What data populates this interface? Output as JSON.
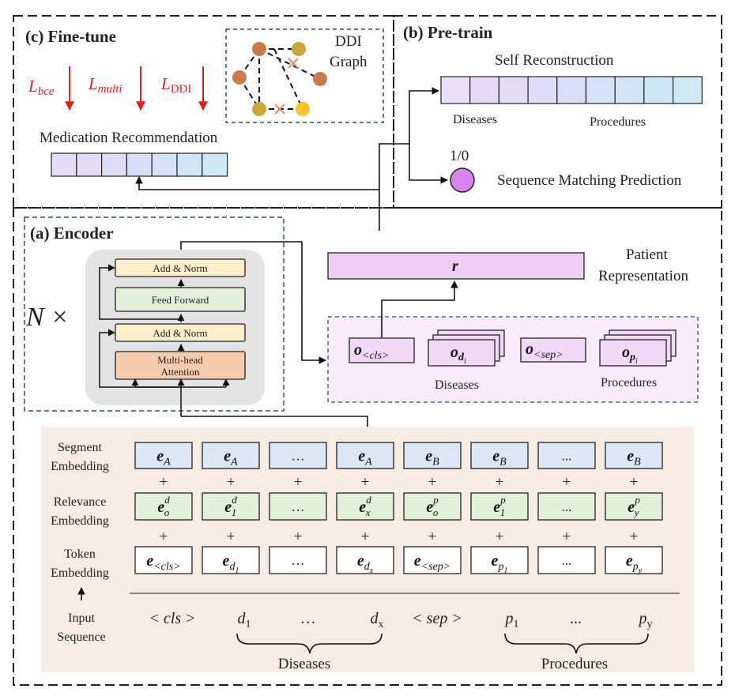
{
  "panels": {
    "finetune": {
      "title": "(c) Fine-tune",
      "loss_bce": {
        "base": "L",
        "sub": "bce"
      },
      "loss_multi": {
        "base": "L",
        "sub": "multi"
      },
      "loss_ddi": {
        "base": "L",
        "sub": "DDI"
      },
      "ddi_label_1": "DDI",
      "ddi_label_2": "Graph",
      "med_rec": "Medication Recommendation"
    },
    "pretrain": {
      "title": "(b) Pre-train",
      "self_recon": "Self Reconstruction",
      "diseases": "Diseases",
      "procedures": "Procedures",
      "binary": "1/0",
      "seq_match": "Sequence Matching Prediction"
    },
    "encoder": {
      "title": "(a) Encoder",
      "n_times": "N ×",
      "add_norm_top": "Add & Norm",
      "feed_forward": "Feed Forward",
      "add_norm_bottom": "Add & Norm",
      "mha_1": "Multi-head",
      "mha_2": "Attention"
    },
    "representation": {
      "r": "r",
      "label_1": "Patient",
      "label_2": "Representation",
      "o_cls": {
        "base": "o",
        "sub": "<cls>"
      },
      "o_d": {
        "base": "o",
        "sub": "d",
        "subsub": "i"
      },
      "o_sep": {
        "base": "o",
        "sub": "<sep>"
      },
      "o_p": {
        "base": "o",
        "sub": "p",
        "subsub": "i"
      },
      "diseases": "Diseases",
      "procedures": "Procedures"
    },
    "embeddings": {
      "segment_label_1": "Segment",
      "segment_label_2": "Embedding",
      "relevance_label_1": "Relevance",
      "relevance_label_2": "Embedding",
      "token_label_1": "Token",
      "token_label_2": "Embedding",
      "input_label_1": "Input",
      "input_label_2": "Sequence",
      "plus": "+",
      "segment": [
        {
          "base": "e",
          "sub": "A"
        },
        {
          "base": "e",
          "sub": "A"
        },
        {
          "text": "…"
        },
        {
          "base": "e",
          "sub": "A"
        },
        {
          "base": "e",
          "sub": "B"
        },
        {
          "base": "e",
          "sub": "B"
        },
        {
          "text": "..."
        },
        {
          "base": "e",
          "sub": "B"
        }
      ],
      "relevance": [
        {
          "base": "e",
          "sub": "o",
          "sup": "d"
        },
        {
          "base": "e",
          "sub": "1",
          "sup": "d"
        },
        {
          "text": "…"
        },
        {
          "base": "e",
          "sub": "x",
          "sup": "d"
        },
        {
          "base": "e",
          "sub": "o",
          "sup": "p"
        },
        {
          "base": "e",
          "sub": "1",
          "sup": "p"
        },
        {
          "text": "..."
        },
        {
          "base": "e",
          "sub": "y",
          "sup": "p"
        }
      ],
      "token": [
        {
          "base": "e",
          "sub": "<cls>"
        },
        {
          "base": "e",
          "sub": "d",
          "subsub": "1"
        },
        {
          "text": "…"
        },
        {
          "base": "e",
          "sub": "d",
          "subsub": "x"
        },
        {
          "base": "e",
          "sub": "<sep>"
        },
        {
          "base": "e",
          "sub": "p",
          "subsub": "1"
        },
        {
          "text": "..."
        },
        {
          "base": "e",
          "sub": "p",
          "subsub": "y"
        }
      ],
      "inputs": [
        {
          "text": "< cls >"
        },
        {
          "base": "d",
          "sub": "1"
        },
        {
          "text": "…"
        },
        {
          "base": "d",
          "sub": "x"
        },
        {
          "text": "< sep >"
        },
        {
          "base": "p",
          "sub": "1"
        },
        {
          "text": "..."
        },
        {
          "base": "p",
          "sub": "y"
        }
      ],
      "diseases": "Diseases",
      "procedures": "Procedures"
    }
  },
  "colors": {
    "segment_fill": "#dce6f5",
    "relevance_fill": "#e2efd9",
    "token_fill": "#ffffff",
    "embed_bg": "#f7ece3",
    "repr_bg": "#f8ecfb",
    "r_fill": "#efcdf5",
    "o_fill": "#f2d9f7",
    "recon_cells": [
      "#ecdff7",
      "#e6dbf6",
      "#e0dcf7",
      "#dadef7",
      "#d6e1f7",
      "#d2e4f6",
      "#d0e7f6",
      "#cfe9f5"
    ],
    "add_norm": "#fdefcc",
    "feed_forward": "#e2efda",
    "mha": "#f8cbad",
    "purple_node": "#d983f0",
    "node_brown": "#c87d4b",
    "node_olive": "#c9a43d",
    "node_yellow": "#f7c52b",
    "loss_red": "#d9251d"
  }
}
